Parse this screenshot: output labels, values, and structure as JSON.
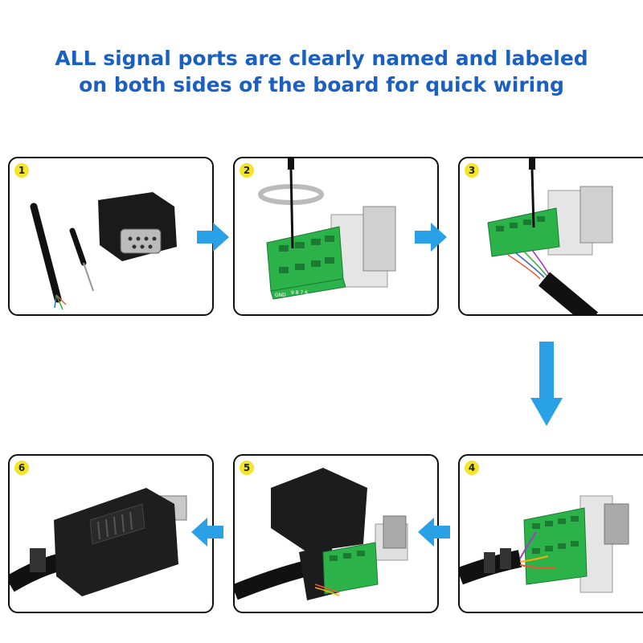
{
  "headline": {
    "line1": "ALL signal ports are clearly named and labeled",
    "line2": "on both sides of the board for quick wiring"
  },
  "steps": [
    {
      "number": "1"
    },
    {
      "number": "2"
    },
    {
      "number": "3"
    },
    {
      "number": "4"
    },
    {
      "number": "5"
    },
    {
      "number": "6"
    }
  ],
  "board_labels": {
    "gnd": "GND",
    "pins": "9   8   7   6"
  },
  "colors": {
    "headline": "#1a5fc2",
    "arrow": "#2aa1e6",
    "terminal": "#2bb34a",
    "badge": "#f3e52a"
  }
}
